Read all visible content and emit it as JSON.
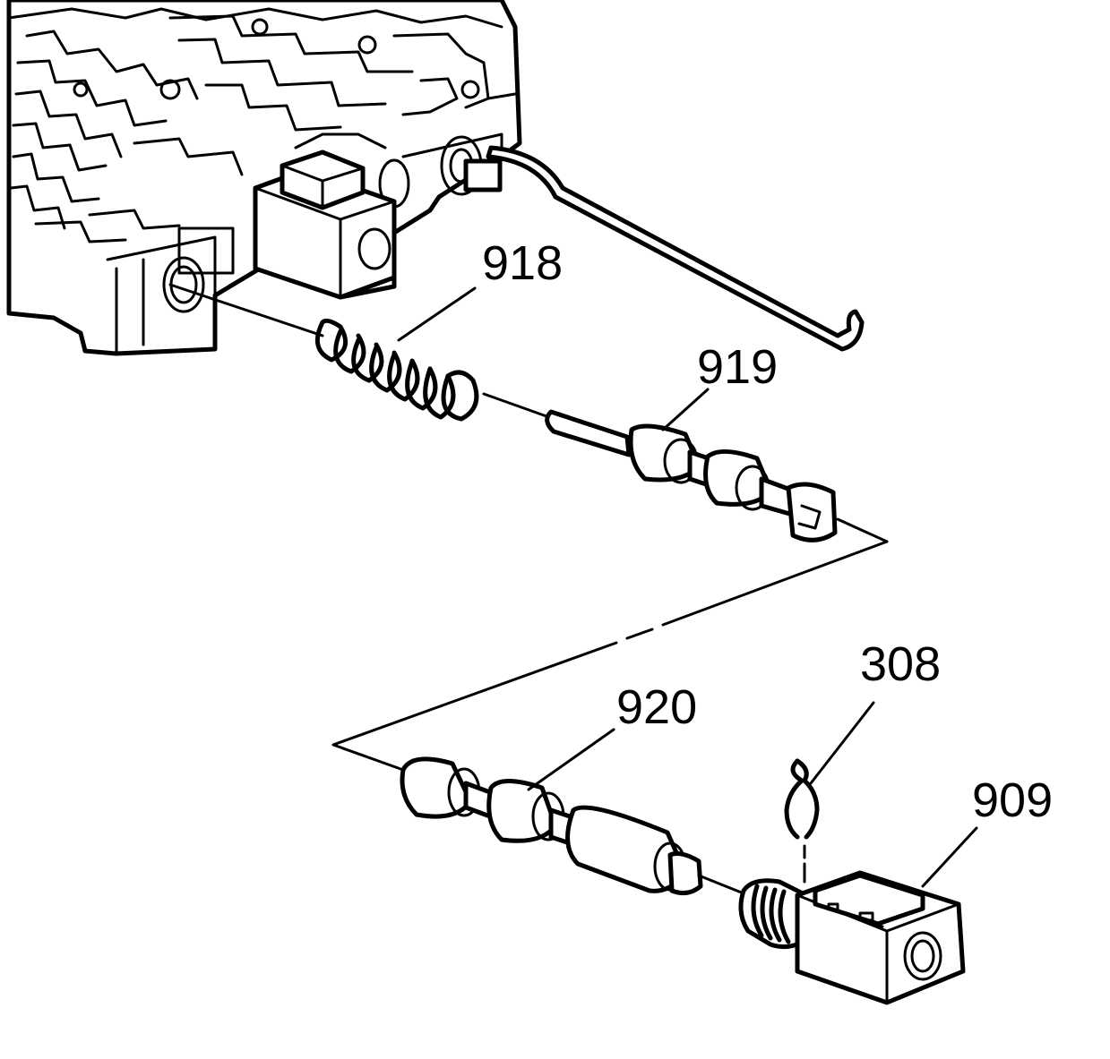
{
  "callouts": {
    "c918": "918",
    "c919": "919",
    "c920": "920",
    "c308": "308",
    "c909": "909"
  }
}
